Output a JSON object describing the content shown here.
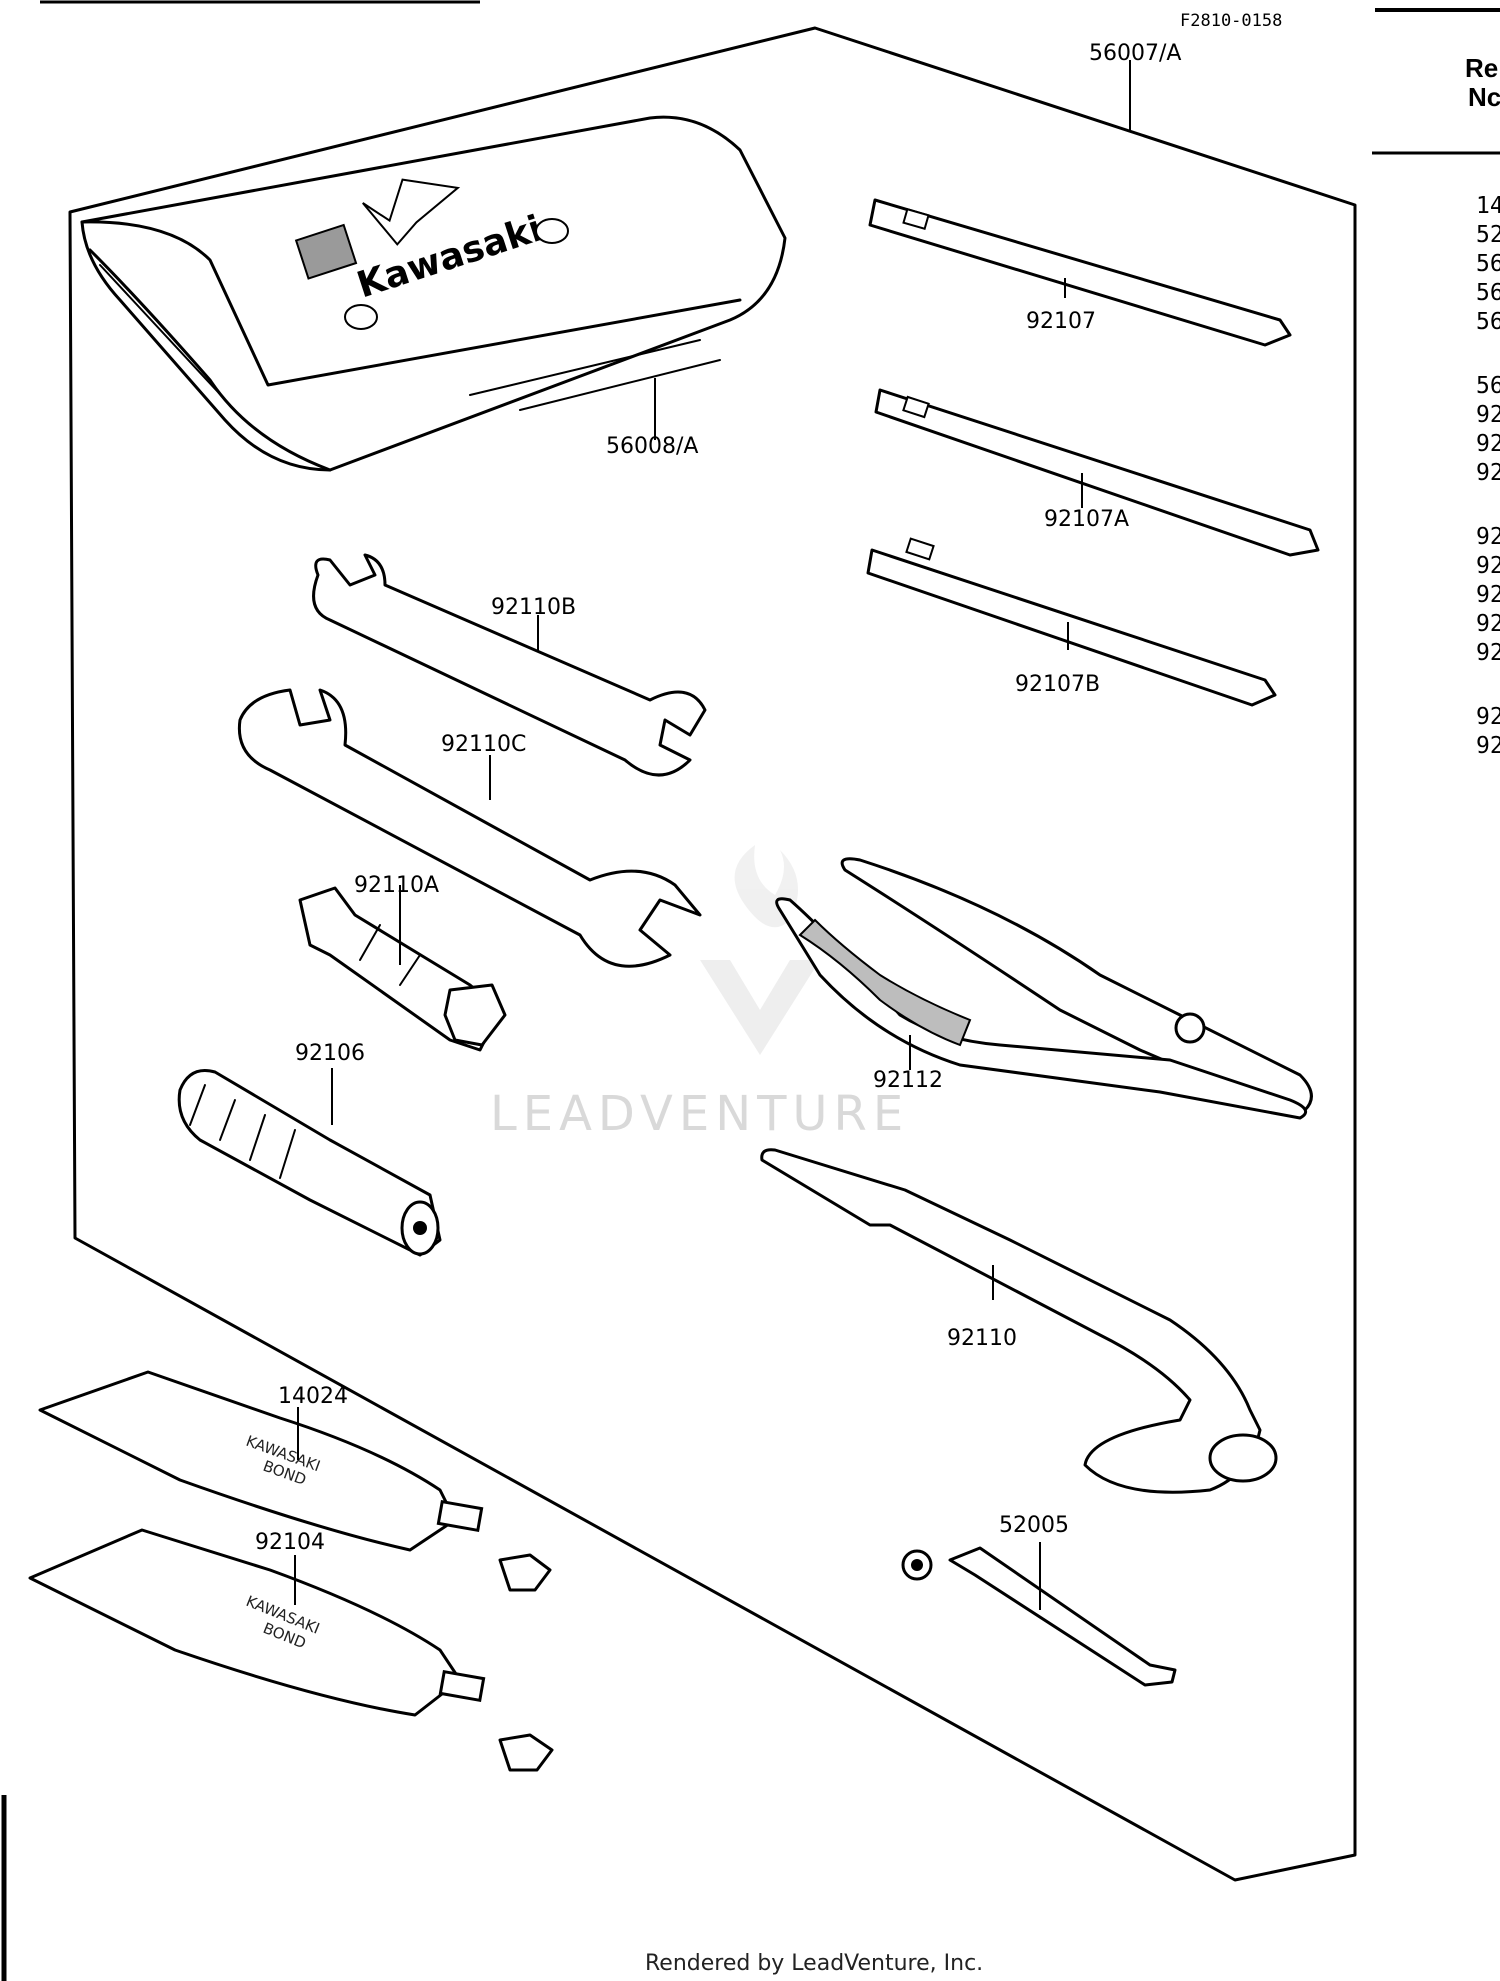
{
  "figure_code": "F2810-0158",
  "watermark": "LEADVENTURE",
  "footer": "Rendered by LeadVenture, Inc.",
  "brand_text": "Kawasaki",
  "tube_text": [
    "KAWASAKI",
    "BOND"
  ],
  "parts": {
    "kit": "56007/A",
    "pouch": "56008/A",
    "screwdriver_phillips": "92107",
    "screwdriver_flat": "92107A",
    "screwdriver_b": "92107B",
    "wrench_b": "92110B",
    "wrench_c": "92110C",
    "plug_wrench": "92110A",
    "handle": "92106",
    "pliers": "92112",
    "ring_wrench": "92110",
    "bond_1": "14024",
    "bond_2": "92104",
    "gauge": "52005"
  },
  "right_column": {
    "header": [
      "Re",
      "Nc"
    ],
    "numbers": [
      "14",
      "52",
      "56",
      "56",
      "56",
      "56",
      "92",
      "92",
      "92",
      "92",
      "92",
      "92",
      "92",
      "92",
      "92",
      "92"
    ]
  }
}
